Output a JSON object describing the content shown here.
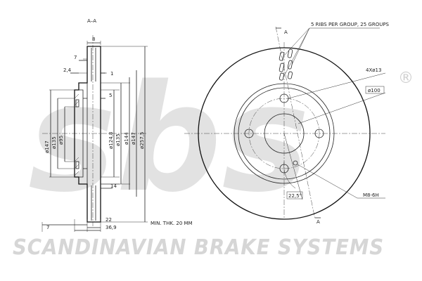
{
  "watermark": {
    "brand_text": "SCANDINAVIAN BRAKE SYSTEMS",
    "logo_letters": "sbs",
    "registered_mark": "®"
  },
  "section_view": {
    "title": "A–A",
    "dims": {
      "d8": "8",
      "d7_top": "7",
      "d2_4": "2,4",
      "d1": "1",
      "d5": "5",
      "d14": "14",
      "d22": "22",
      "d7_bottom": "7",
      "d36_9": "36,9",
      "phi147_left": "ø147",
      "phi135_left": "ø135",
      "phi95": "ø95",
      "phi124_8": "ø124,8",
      "phi135_right": "ø135",
      "phi144": "ø144",
      "phi147_right": "ø147",
      "phi257_5": "ø257,5"
    },
    "min_thickness": "MIN. THK. 20 MM"
  },
  "front_view": {
    "section_mark_top": "A",
    "section_mark_bottom": "A",
    "ribs_note": "5 RIBS PER GROUP, 25 GROUPS",
    "bolt_holes": "4Xø13",
    "pcd": "ø100",
    "angle": "22,5°",
    "thread": "M8-6H"
  },
  "colors": {
    "line": "#222222",
    "watermark": "#d6d6d6"
  }
}
